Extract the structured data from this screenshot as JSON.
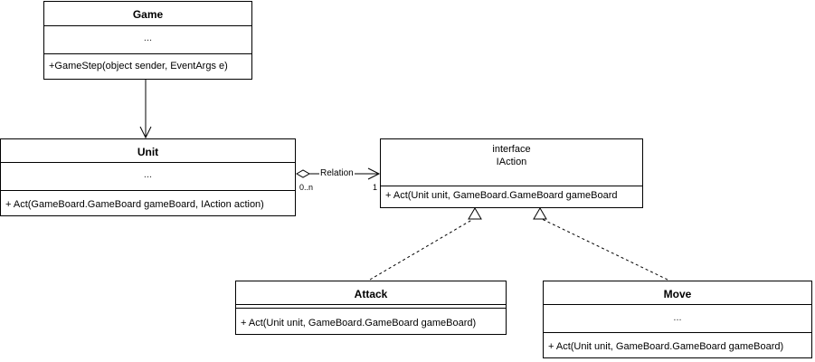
{
  "classes": {
    "game": {
      "name": "Game",
      "attributes": "...",
      "operation": "+GameStep(object sender, EventArgs e)"
    },
    "unit": {
      "name": "Unit",
      "attributes": "...",
      "operation": "+ Act(GameBoard.GameBoard gameBoard, IAction action)"
    },
    "iaction": {
      "stereotype": "interface",
      "name": "IAction",
      "operation": "+ Act(Unit unit, GameBoard.GameBoard gameBoard"
    },
    "attack": {
      "name": "Attack",
      "operation": "+ Act(Unit unit, GameBoard.GameBoard gameBoard)"
    },
    "move": {
      "name": "Move",
      "attributes": "...",
      "operation": "+ Act(Unit unit, GameBoard.GameBoard gameBoard)"
    }
  },
  "relations": {
    "unit_iaction": {
      "label": "Relation",
      "source_multiplicity": "0..n",
      "target_multiplicity": "1"
    }
  }
}
